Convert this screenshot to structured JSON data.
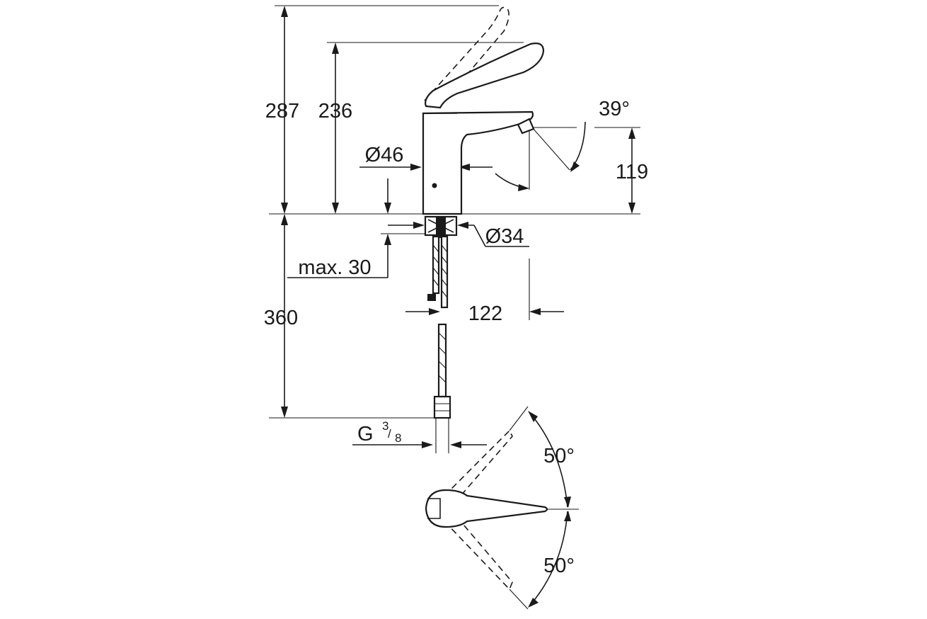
{
  "dimensions": {
    "total_height": "287",
    "spout_height": "236",
    "base_diameter": "Ø46",
    "spout_angle": "39°",
    "spout_outlet_height": "119",
    "hole_diameter": "Ø34",
    "max_counter_thickness": "max. 30",
    "hose_length": "360",
    "projection": "122",
    "connection_label": "G",
    "connection_fraction_num": "3",
    "connection_fraction_den": "8",
    "lever_swing_upper": "50°",
    "lever_swing_lower": "50°"
  }
}
